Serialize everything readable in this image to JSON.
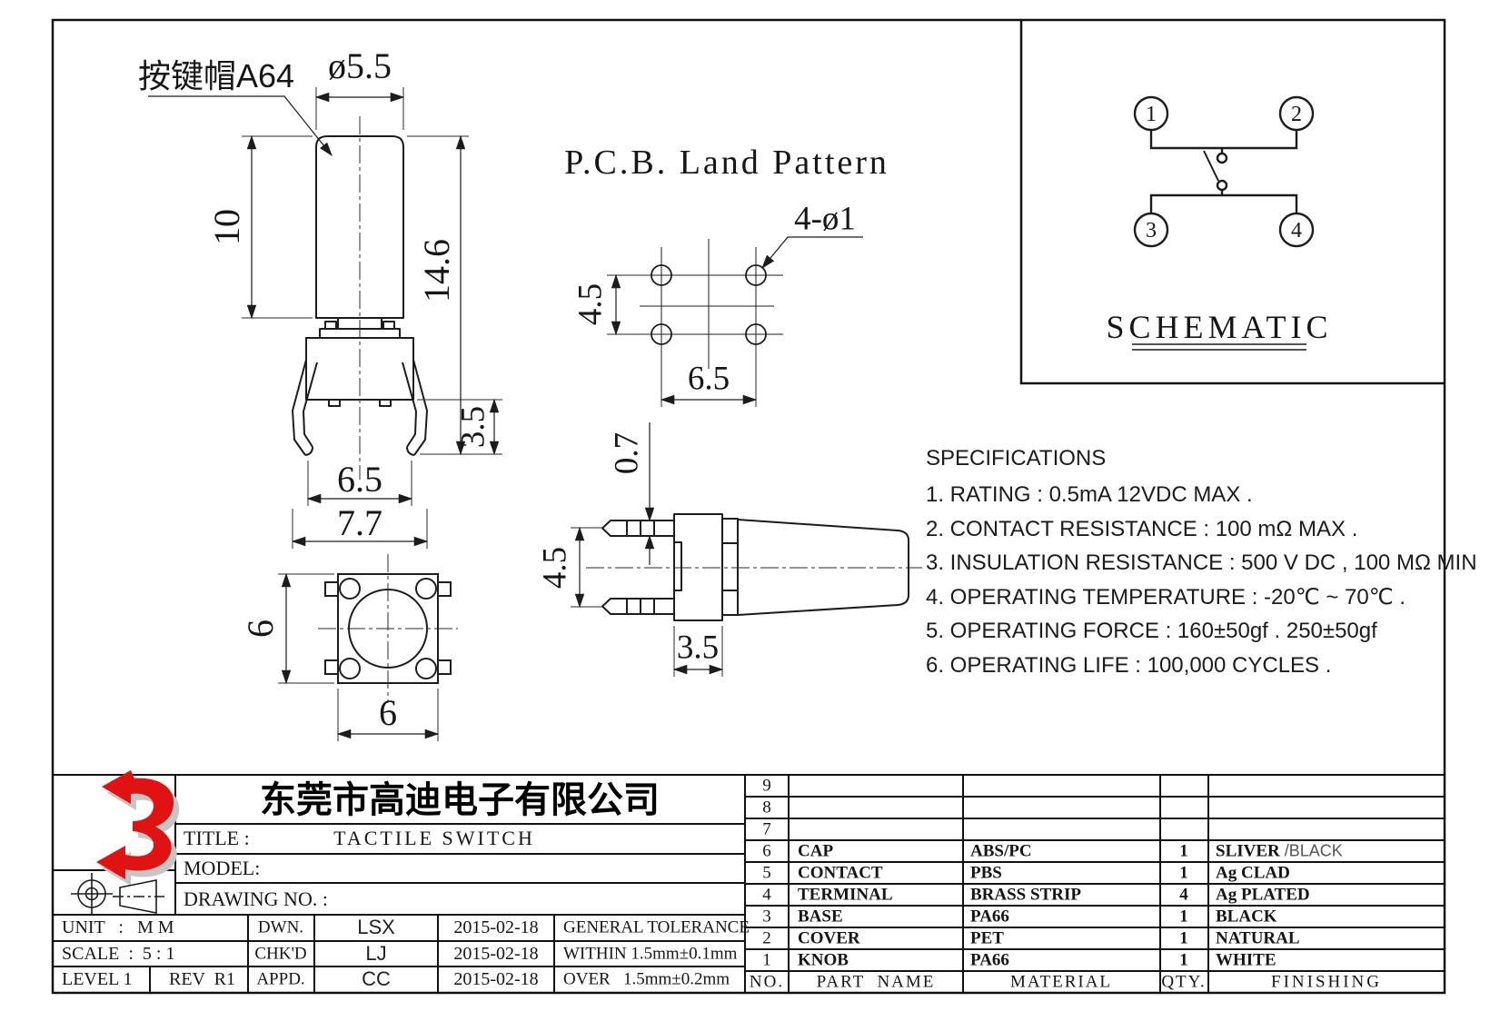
{
  "drawing": {
    "front": {
      "cap_label": "按键帽A64",
      "dia": "ø5.5",
      "cap_height": "10",
      "total_height": "14.6",
      "leg_length": "3.5",
      "body_width": "6.5",
      "leg_span": "7.7"
    },
    "bottom_view": {
      "height": "6",
      "width": "6"
    },
    "side_view": {
      "pin_offset": "0.7",
      "pin_pitch": "4.5",
      "body_depth": "3.5"
    },
    "pcb": {
      "title": "P.C.B. Land Pattern",
      "hole_callout": "4-ø1",
      "pitch_vertical": "4.5",
      "pitch_horizontal": "6.5"
    },
    "schematic": {
      "title": "SCHEMATIC",
      "pin1": "1",
      "pin2": "2",
      "pin3": "3",
      "pin4": "4"
    }
  },
  "specs": {
    "title": "SPECIFICATIONS",
    "items": [
      "1. RATING : 0.5mA 12VDC MAX .",
      "2. CONTACT RESISTANCE : 100 mΩ MAX .",
      "3. INSULATION RESISTANCE : 500 V DC , 100 MΩ MIN",
      "4. OPERATING TEMPERATURE : -20℃ ~ 70℃ .",
      "5. OPERATING FORCE : 160±50gf . 250±50gf",
      "6. OPERATING LIFE : 100,000 CYCLES ."
    ]
  },
  "title_block": {
    "company": "东莞市高迪电子有限公司",
    "title_label": "TITLE :",
    "title_value": "TACTILE SWITCH",
    "model_label": "MODEL:",
    "drawing_no_label": "DRAWING NO. :",
    "unit_row": "UNIT   :   M M",
    "scale_row": "SCALE  :  5 : 1",
    "level": "LEVEL 1",
    "rev": "REV  R1",
    "dwn_label": "DWN.",
    "dwn_name": "LSX",
    "dwn_date": "2015-02-18",
    "chkd_label": "CHK'D",
    "chkd_name": "LJ",
    "chkd_date": "2015-02-18",
    "appd_label": "APPD.",
    "appd_name": "CC",
    "appd_date": "2015-02-18",
    "tol_title": "GENERAL TOLERANCE",
    "tol_within": "WITHIN 1.5mm±0.1mm",
    "tol_over": "OVER   1.5mm±0.2mm"
  },
  "parts_table": {
    "header": {
      "no": "NO.",
      "part": "PART  NAME",
      "material": "MATERIAL",
      "qty": "QTY.",
      "finishing": "FINISHING"
    },
    "rows": [
      {
        "no": "9",
        "part": "",
        "material": "",
        "qty": "",
        "fin": "",
        "fin2": ""
      },
      {
        "no": "8",
        "part": "",
        "material": "",
        "qty": "",
        "fin": "",
        "fin2": ""
      },
      {
        "no": "7",
        "part": "",
        "material": "",
        "qty": "",
        "fin": "",
        "fin2": ""
      },
      {
        "no": "6",
        "part": "CAP",
        "material": "ABS/PC",
        "qty": "1",
        "fin": "SLIVER",
        "fin2": " /BLACK"
      },
      {
        "no": "5",
        "part": "CONTACT",
        "material": "PBS",
        "qty": "1",
        "fin": "Ag CLAD",
        "fin2": ""
      },
      {
        "no": "4",
        "part": "TERMINAL",
        "material": "BRASS STRIP",
        "qty": "4",
        "fin": "Ag PLATED",
        "fin2": ""
      },
      {
        "no": "3",
        "part": "BASE",
        "material": "PA66",
        "qty": "1",
        "fin": "BLACK",
        "fin2": ""
      },
      {
        "no": "2",
        "part": "COVER",
        "material": "PET",
        "qty": "1",
        "fin": "NATURAL",
        "fin2": ""
      },
      {
        "no": "1",
        "part": "KNOB",
        "material": "PA66",
        "qty": "1",
        "fin": "WHITE",
        "fin2": ""
      }
    ]
  },
  "colors": {
    "line": "#1c1c1c",
    "logo_red": "#e01212",
    "logo_shadow": "#c6c6c6"
  }
}
